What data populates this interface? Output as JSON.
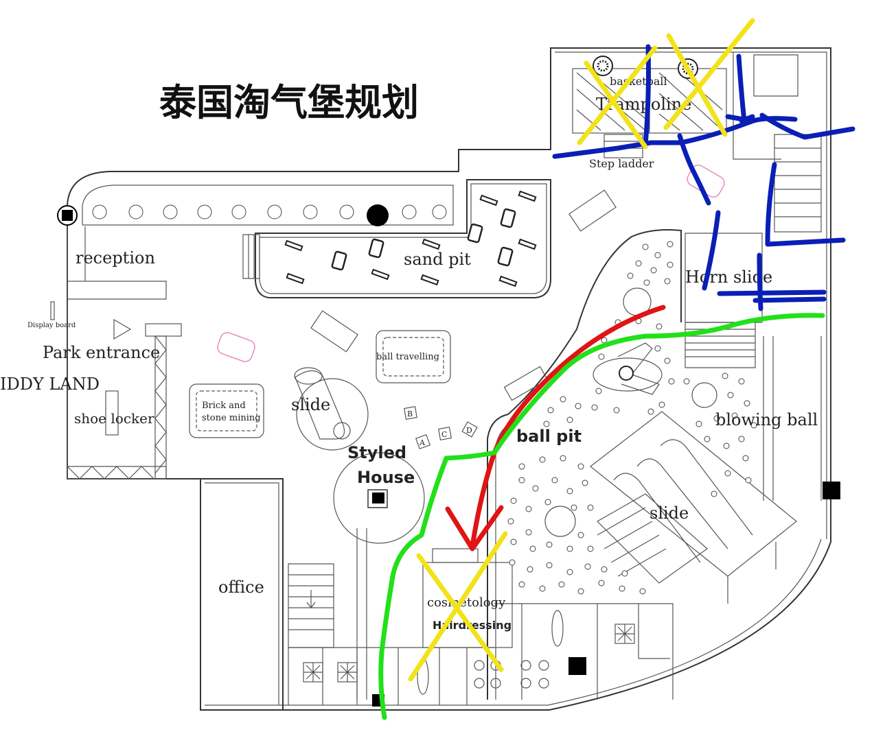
{
  "title": "泰国淘气堡规划",
  "labels": {
    "basketball": "basketball",
    "trampoline": "Trampoline",
    "step_ladder": "Step ladder",
    "reception": "reception",
    "sand_pit": "sand pit",
    "horn_slide": "Horn slide",
    "display_board": "Display board",
    "park_entrance": "Park entrance",
    "kiddy_land": "IDDY LAND",
    "ball_travelling": "ball travelling",
    "brick_line1": "Brick and",
    "brick_line2": "stone mining",
    "slide_left": "slide",
    "shoe_locker": "shoe locker",
    "blowing_ball": "blowing ball",
    "styled_line1": "Styled",
    "styled_line2": "House",
    "ball_pit": "ball pit",
    "slide_right": "slide",
    "office": "office",
    "cosmetology": "cosmetology",
    "hairdressing": "Hairdressing",
    "blocks": [
      "B",
      "A",
      "C",
      "D"
    ]
  },
  "annotation_colors": {
    "blue": "#0a1fb5",
    "yellow": "#f2e21a",
    "red": "#e01414",
    "green": "#22e01a",
    "line": "#333333"
  }
}
